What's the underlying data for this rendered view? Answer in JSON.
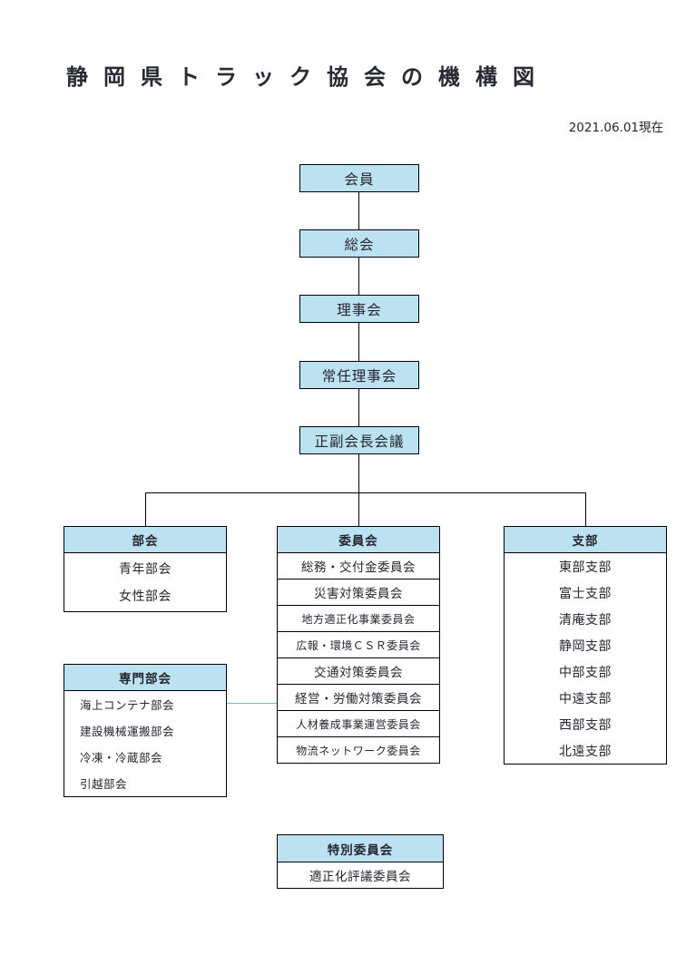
{
  "page": {
    "title": "静岡県トラック協会の機構図",
    "date_note": "2021.06.01現在"
  },
  "chain": [
    "会員",
    "総会",
    "理事会",
    "常任理事会",
    "正副会長会議"
  ],
  "groups": {
    "sections": {
      "header": "部会",
      "items": [
        "青年部会",
        "女性部会"
      ]
    },
    "committees": {
      "header": "委員会",
      "items": [
        "総務・交付金委員会",
        "災害対策委員会",
        "地方適正化事業委員会",
        "広報・環境ＣＳＲ委員会",
        "交通対策委員会",
        "経営・労働対策委員会",
        "人材養成事業運営委員会",
        "物流ネットワーク委員会"
      ]
    },
    "branches": {
      "header": "支部",
      "items": [
        "東部支部",
        "富士支部",
        "清庵支部",
        "静岡支部",
        "中部支部",
        "中遠支部",
        "西部支部",
        "北遠支部"
      ]
    },
    "specialized_sections": {
      "header": "専門部会",
      "items": [
        "海上コンテナ部会",
        "建設機械運搬部会",
        "冷凍・冷蔵部会",
        "引越部会"
      ]
    },
    "special_committee": {
      "header": "特別委員会",
      "items": [
        "適正化評議委員会"
      ]
    }
  },
  "colors": {
    "box_fill": "#BCE2F2",
    "line": "#000000",
    "section_committee_connector": "#7FB2D9"
  }
}
